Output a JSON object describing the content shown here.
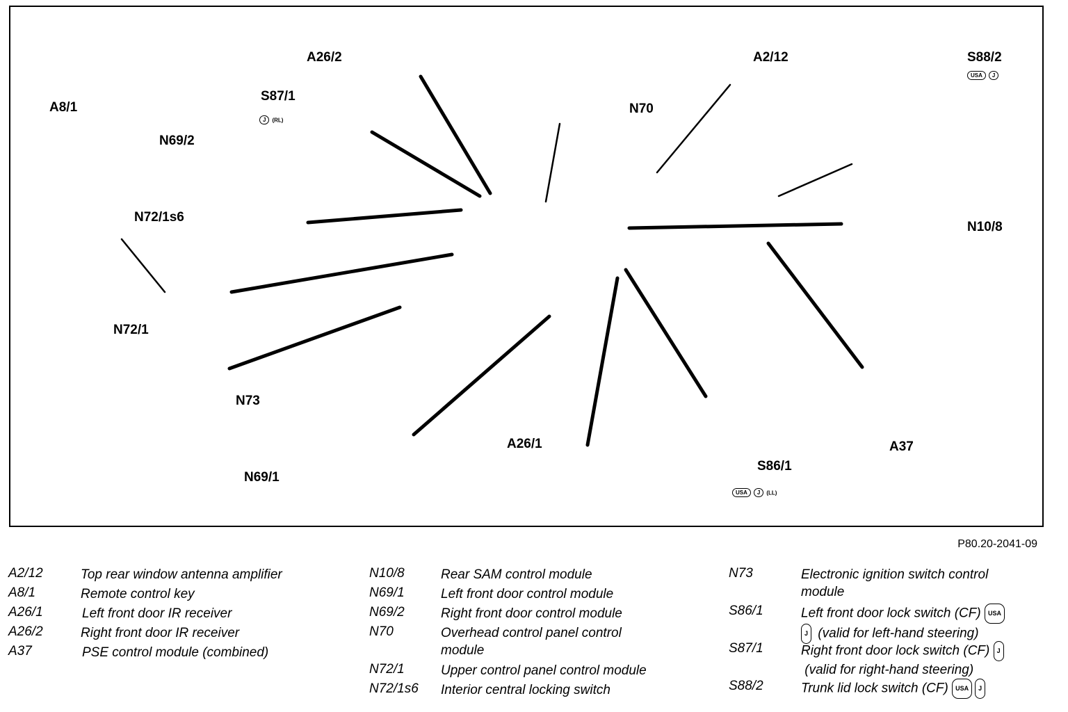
{
  "figure": {
    "code": "P80.20-2041-09",
    "callouts": [
      {
        "id": "a8-1",
        "label": "A8/1"
      },
      {
        "id": "a26-2",
        "label": "A26/2"
      },
      {
        "id": "n70",
        "label": "N70"
      },
      {
        "id": "a2-12",
        "label": "A2/12"
      },
      {
        "id": "s88-2",
        "label": "S88/2"
      },
      {
        "id": "s87-1",
        "label": "S87/1"
      },
      {
        "id": "n69-2",
        "label": "N69/2"
      },
      {
        "id": "n72-1s6",
        "label": "N72/1s6"
      },
      {
        "id": "n10-8",
        "label": "N10/8"
      },
      {
        "id": "n72-1",
        "label": "N72/1"
      },
      {
        "id": "n73",
        "label": "N73"
      },
      {
        "id": "a37",
        "label": "A37"
      },
      {
        "id": "a26-1",
        "label": "A26/1"
      },
      {
        "id": "s86-1",
        "label": "S86/1"
      },
      {
        "id": "n69-1",
        "label": "N69/1"
      }
    ],
    "badges": {
      "usa": "USA",
      "j": "J",
      "rl": "(RL)",
      "ll": "(LL)"
    }
  },
  "legend": {
    "col1": [
      {
        "code": "A2/12",
        "desc": "Top rear window antenna amplifier"
      },
      {
        "code": "A8/1",
        "desc": "Remote control key"
      },
      {
        "code": "A26/1",
        "desc": "Left front door IR receiver"
      },
      {
        "code": "A26/2",
        "desc": "Right front door IR receiver"
      },
      {
        "code": "A37",
        "desc": "PSE control module (combined)"
      }
    ],
    "col2": [
      {
        "code": "N10/8",
        "desc": "Rear SAM control module"
      },
      {
        "code": "N69/1",
        "desc": "Left front door control module"
      },
      {
        "code": "N69/2",
        "desc": "Right front door control module"
      },
      {
        "code": "N70",
        "desc": "Overhead control panel control",
        "desc2": "module"
      },
      {
        "code": "N72/1",
        "desc": "Upper control panel control module"
      },
      {
        "code": "N72/1s6",
        "desc": "Interior central locking switch"
      }
    ],
    "col3": [
      {
        "code": "N73",
        "desc": "Electronic ignition switch control",
        "desc2": "module"
      },
      {
        "code": "S86/1",
        "desc": "Left front door lock switch (CF)",
        "desc2": "(valid for left-hand steering)"
      },
      {
        "code": "S87/1",
        "desc": "Right front door lock switch (CF)",
        "desc2": "(valid for right-hand steering)"
      },
      {
        "code": "S88/2",
        "desc": "Trunk lid lock switch (CF)"
      }
    ]
  }
}
